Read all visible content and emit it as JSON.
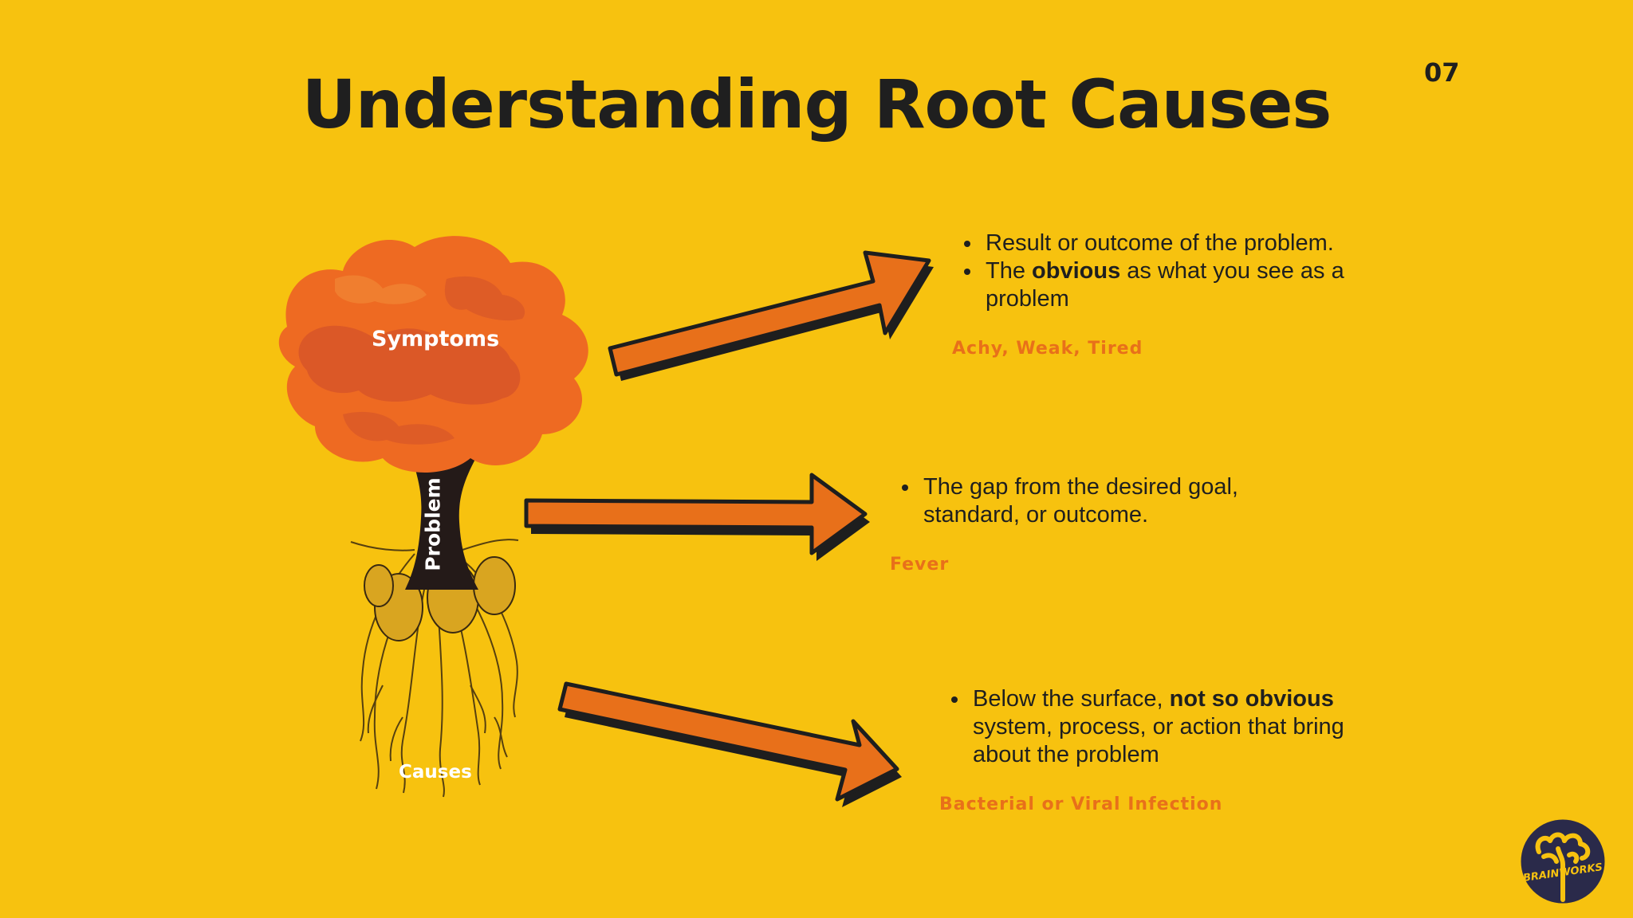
{
  "page": {
    "title": "Understanding Root Causes",
    "number": "07",
    "background": "#F7C20F"
  },
  "tree": {
    "symptoms_label": "Symptoms",
    "problem_label": "Problem",
    "causes_label": "Causes",
    "foliage_color": "#EE6A22",
    "foliage_shade": "#D4532A",
    "trunk_color": "#241a18"
  },
  "sections": [
    {
      "bullets": [
        {
          "parts": [
            {
              "text": "Result or outcome of the problem.",
              "bold": false
            }
          ]
        },
        {
          "parts": [
            {
              "text": "The ",
              "bold": false
            },
            {
              "text": "obvious",
              "bold": true
            },
            {
              "text": " as what you see as a problem",
              "bold": false
            }
          ]
        }
      ],
      "example": "Achy, Weak, Tired"
    },
    {
      "bullets": [
        {
          "parts": [
            {
              "text": "The gap from the desired goal, standard, or outcome.",
              "bold": false
            }
          ]
        }
      ],
      "example": "Fever"
    },
    {
      "bullets": [
        {
          "parts": [
            {
              "text": "Below the surface, ",
              "bold": false
            },
            {
              "text": "not so obvious",
              "bold": true
            },
            {
              "text": " system, process, or action that bring about the problem",
              "bold": false
            }
          ]
        }
      ],
      "example": "Bacterial or Viral Infection"
    }
  ],
  "logo": {
    "text": "BRAINWORKS",
    "icon": "brain-tree-icon",
    "circle_color": "#2a2a4a"
  },
  "colors": {
    "arrow_fill": "#E8701A",
    "arrow_shadow": "#1e1e1e",
    "example_text": "#E8701A"
  }
}
